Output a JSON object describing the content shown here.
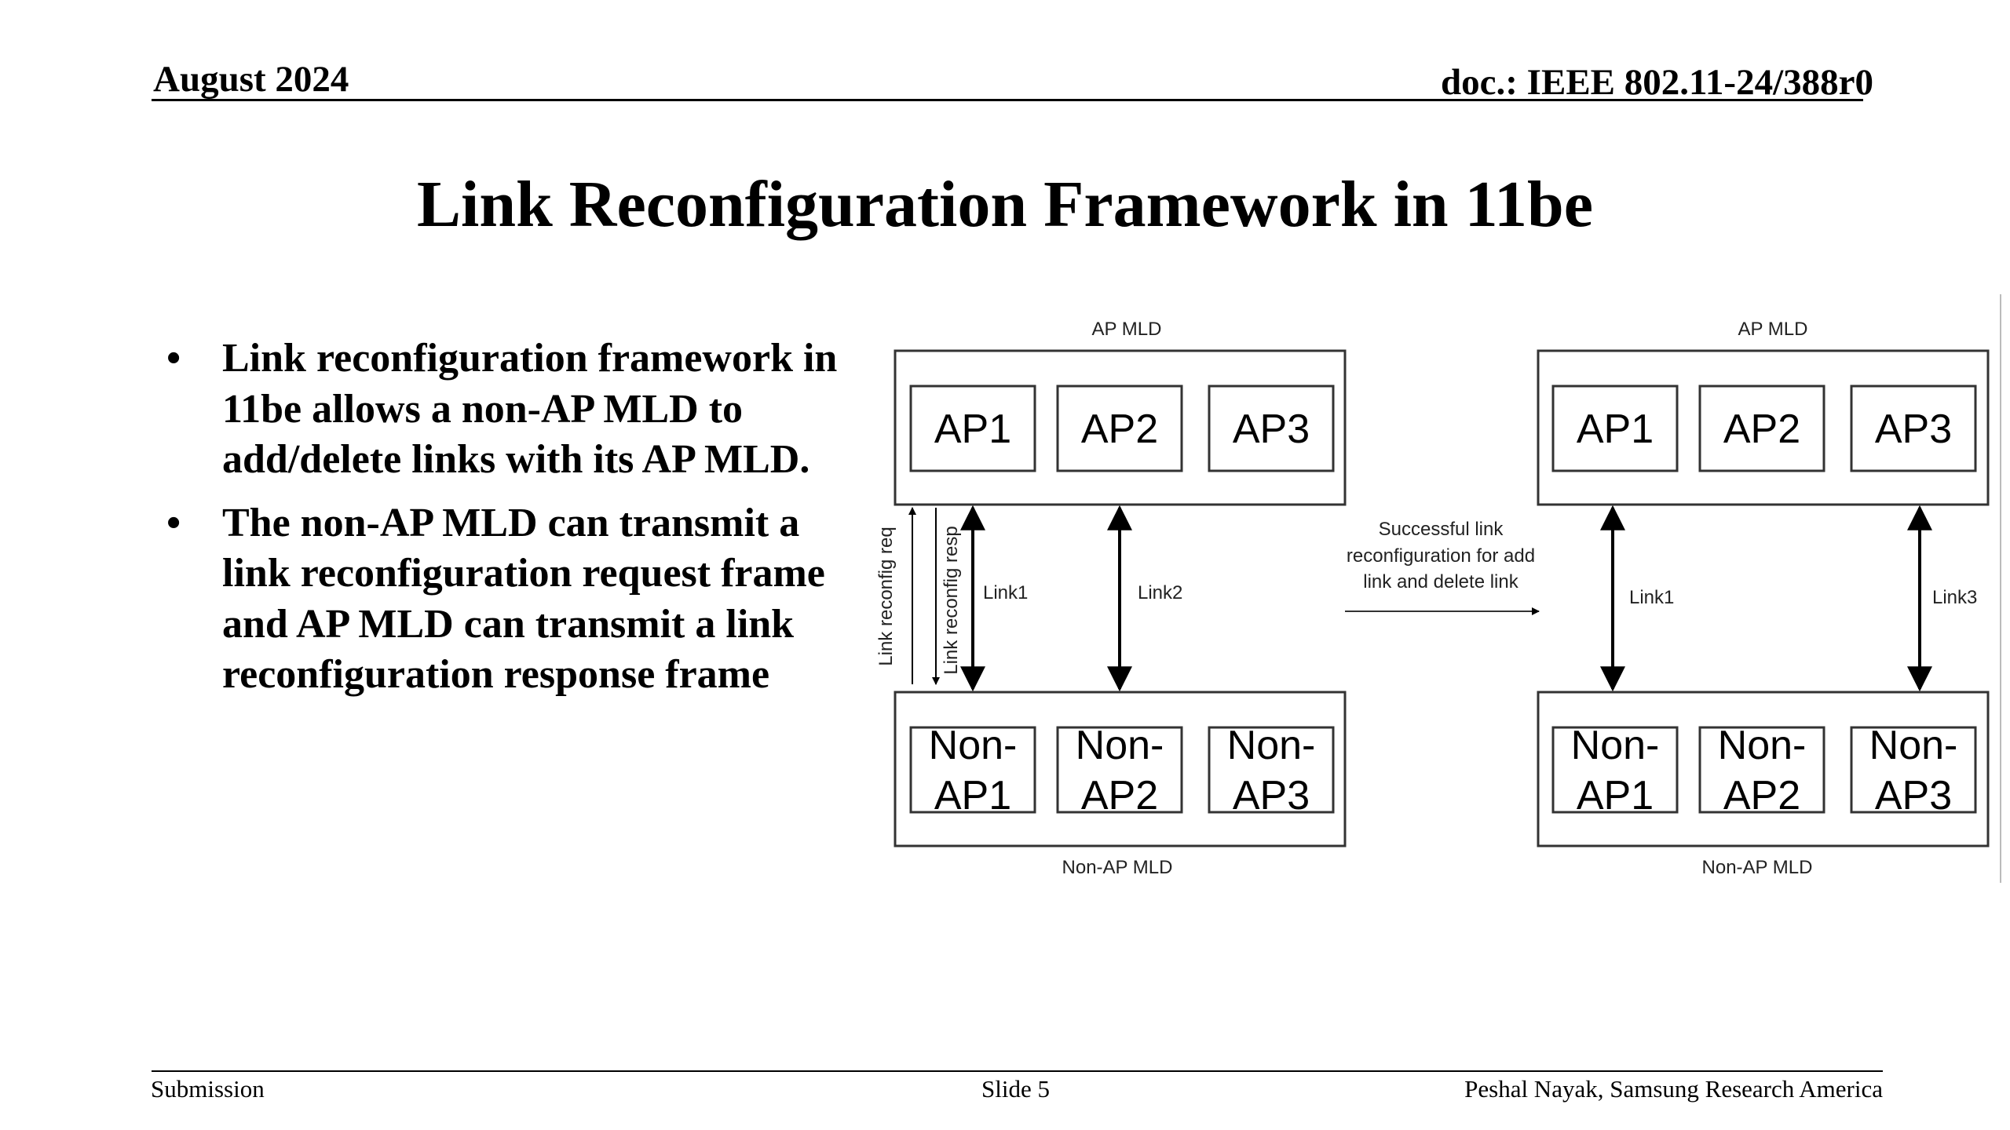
{
  "header": {
    "date": "August 2024",
    "doc_id": "doc.: IEEE 802.11-24/388r0"
  },
  "title": "Link Reconfiguration Framework in 11be",
  "bullets": [
    {
      "text": "Link reconfiguration framework in 11be allows a non-AP MLD to add/delete links with its AP MLD."
    },
    {
      "text": "The non-AP MLD can transmit a link reconfiguration request frame and AP MLD can transmit a link reconfiguration response frame"
    }
  ],
  "figure": {
    "left": {
      "ap_mld_label": "AP MLD",
      "non_ap_mld_label": "Non-AP MLD",
      "aps": [
        "AP1",
        "AP2",
        "AP3"
      ],
      "non_aps": [
        [
          "Non-",
          "AP1"
        ],
        [
          "Non-",
          "AP2"
        ],
        [
          "Non-",
          "AP3"
        ]
      ],
      "links": [
        "Link1",
        "Link2"
      ],
      "req_label": "Link reconfig req",
      "resp_label": "Link reconfig resp"
    },
    "transition": [
      "Successful link",
      "reconfiguration for add",
      "link and delete link"
    ],
    "right": {
      "ap_mld_label": "AP MLD",
      "non_ap_mld_label": "Non-AP MLD",
      "aps": [
        "AP1",
        "AP2",
        "AP3"
      ],
      "non_aps": [
        [
          "Non-",
          "AP1"
        ],
        [
          "Non-",
          "AP2"
        ],
        [
          "Non-",
          "AP3"
        ]
      ],
      "links": [
        "Link1",
        "Link3"
      ]
    }
  },
  "footer": {
    "left": "Submission",
    "center": "Slide 5",
    "right": "Peshal Nayak, Samsung Research America"
  }
}
